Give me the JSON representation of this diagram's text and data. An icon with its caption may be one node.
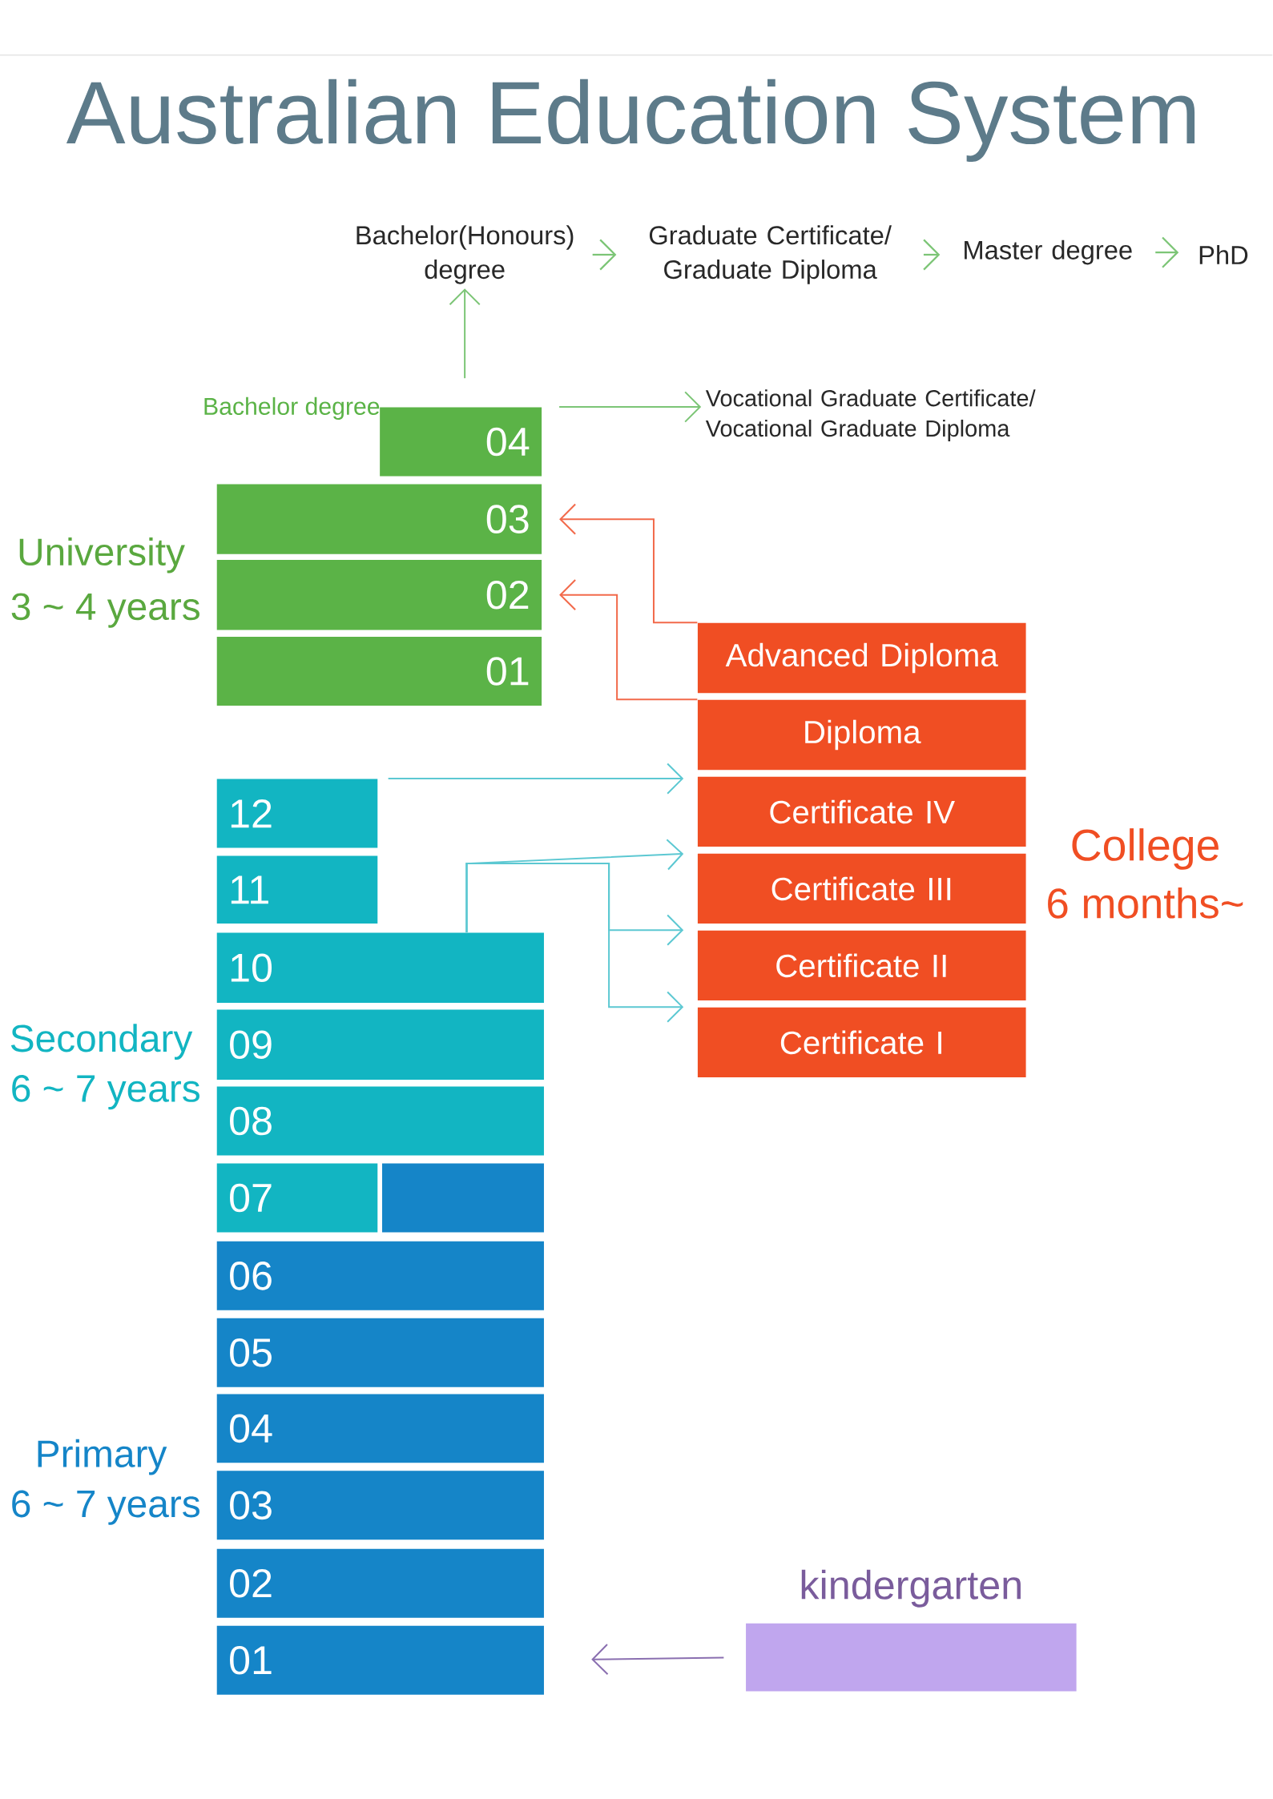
{
  "diagram": {
    "title": "Australian Education System",
    "nodes": [
      {
        "text": [
          "Bachelor(Honours) degree"
        ]
      },
      {
        "text": [
          "Graduate Certificate/ Graduate Diploma"
        ]
      },
      {
        "text": [
          "Master degree"
        ]
      },
      {
        "text": [
          "PhD"
        ]
      },
      {
        "text": [
          "04"
        ],
        "beside": [
          "Bachelor degree"
        ]
      },
      {
        "text": [
          "03"
        ]
      },
      {
        "text": [
          "02"
        ]
      },
      {
        "text": [
          "01"
        ]
      },
      {
        "text": [
          "Vocational Graduate Certificate/ Vocational Graduate Diploma"
        ]
      },
      {
        "text": [
          "Advanced Diploma"
        ]
      },
      {
        "text": [
          "Diploma"
        ]
      },
      {
        "text": [
          "Certificate IV"
        ]
      },
      {
        "text": [
          "Certificate III"
        ]
      },
      {
        "text": [
          "Certificate II"
        ]
      },
      {
        "text": [
          "Certificate I"
        ]
      },
      {
        "text": [
          "12"
        ]
      },
      {
        "text": [
          "11"
        ]
      },
      {
        "text": [
          "10"
        ]
      },
      {
        "text": [
          "09"
        ]
      },
      {
        "text": [
          "08"
        ]
      },
      {
        "text": [
          "07"
        ]
      },
      {
        "text": [],
        "shape": "box"
      },
      {
        "text": [
          "06"
        ]
      },
      {
        "text": [
          "05"
        ]
      },
      {
        "text": [
          "04"
        ]
      },
      {
        "text": [
          "03"
        ]
      },
      {
        "text": [
          "02"
        ]
      },
      {
        "text": [
          "01"
        ]
      },
      {
        "text": [
          "kindergarten"
        ]
      }
    ],
    "edges": [
      {
        "from": 0,
        "to": 1,
        "arrow": "to",
        "color": "#7cc576"
      },
      {
        "from": 1,
        "to": 2,
        "arrow": "to",
        "color": "#7cc576"
      },
      {
        "from": 2,
        "to": 3,
        "arrow": "to",
        "color": "#7cc576"
      },
      {
        "from": 4,
        "to": 0,
        "arrow": "to",
        "color": "#7cc576"
      },
      {
        "from": 4,
        "to": 8,
        "arrow": "to",
        "color": "#7cc576"
      },
      {
        "from": 9,
        "to": 5,
        "arrow": "to",
        "color": "#f26a4b"
      },
      {
        "from": 10,
        "to": 6,
        "arrow": "to",
        "color": "#f26a4b"
      },
      {
        "from": 15,
        "to": 11,
        "arrow": "to",
        "color": "#5cc8d2"
      },
      {
        "from": 17,
        "to": 12,
        "arrow": "to",
        "color": "#5cc8d2"
      },
      {
        "from": 17,
        "to": 13,
        "arrow": "to",
        "color": "#5cc8d2"
      },
      {
        "from": 17,
        "to": 14,
        "arrow": "to",
        "color": "#5cc8d2"
      },
      {
        "from": 28,
        "to": 27,
        "arrow": "to",
        "color": "#8a6fb0"
      }
    ],
    "labels": [
      "University",
      "3 ~ 4 years",
      "Secondary",
      "6 ~ 7 years",
      "Primary",
      "6 ~ 7 years",
      "College",
      "6 months~"
    ]
  }
}
